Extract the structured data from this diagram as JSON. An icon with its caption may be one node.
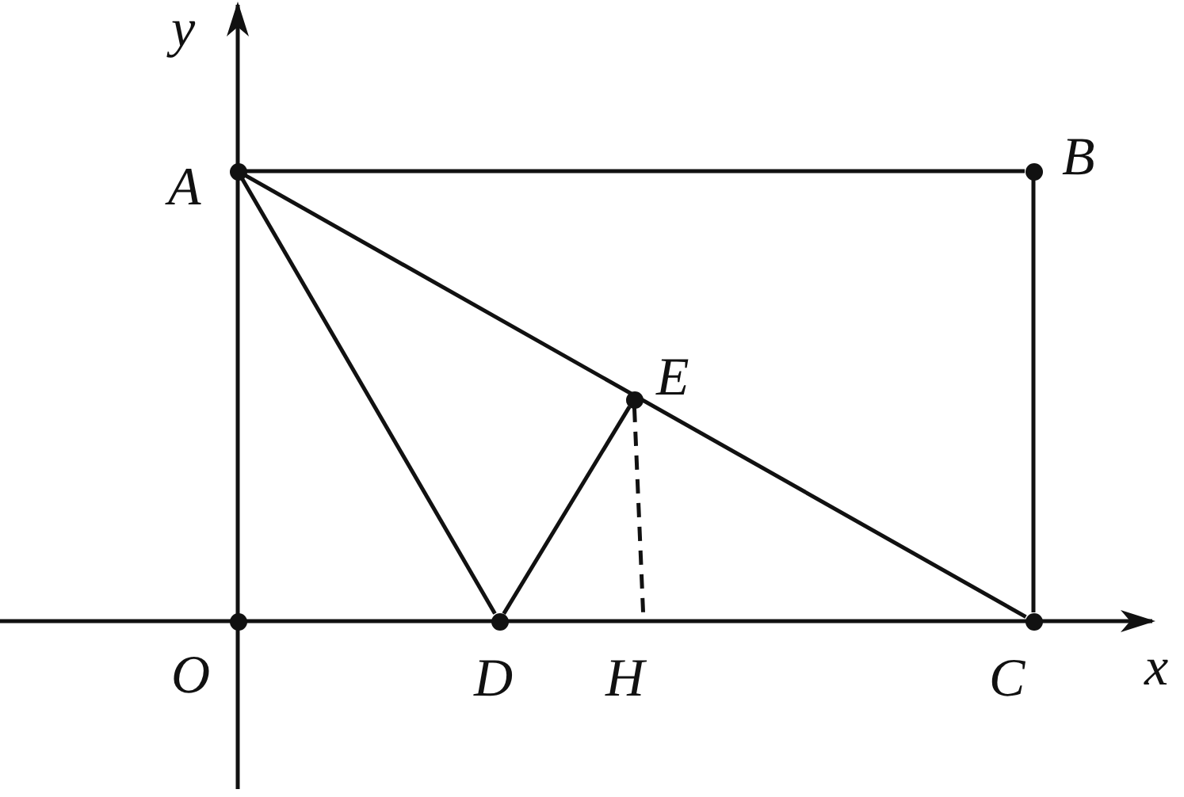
{
  "diagram": {
    "nodes": [
      {
        "text": [
          "A"
        ]
      },
      {
        "text": [
          "B"
        ]
      },
      {
        "text": [
          "C"
        ]
      },
      {
        "text": [
          "D"
        ]
      },
      {
        "text": [
          "E"
        ]
      },
      {
        "text": [
          "H"
        ]
      },
      {
        "text": [
          "O"
        ]
      }
    ],
    "edges": [
      {
        "from": 0,
        "to": 1,
        "arrow": "none"
      },
      {
        "from": 1,
        "to": 2,
        "arrow": "none"
      },
      {
        "from": 0,
        "to": 2,
        "arrow": "none"
      },
      {
        "from": 0,
        "to": 3,
        "arrow": "none"
      },
      {
        "from": 3,
        "to": 4,
        "arrow": "none"
      },
      {
        "from": 4,
        "to": 5,
        "arrow": "none",
        "style": "dashed"
      }
    ],
    "labels": [
      "y",
      "x"
    ]
  }
}
